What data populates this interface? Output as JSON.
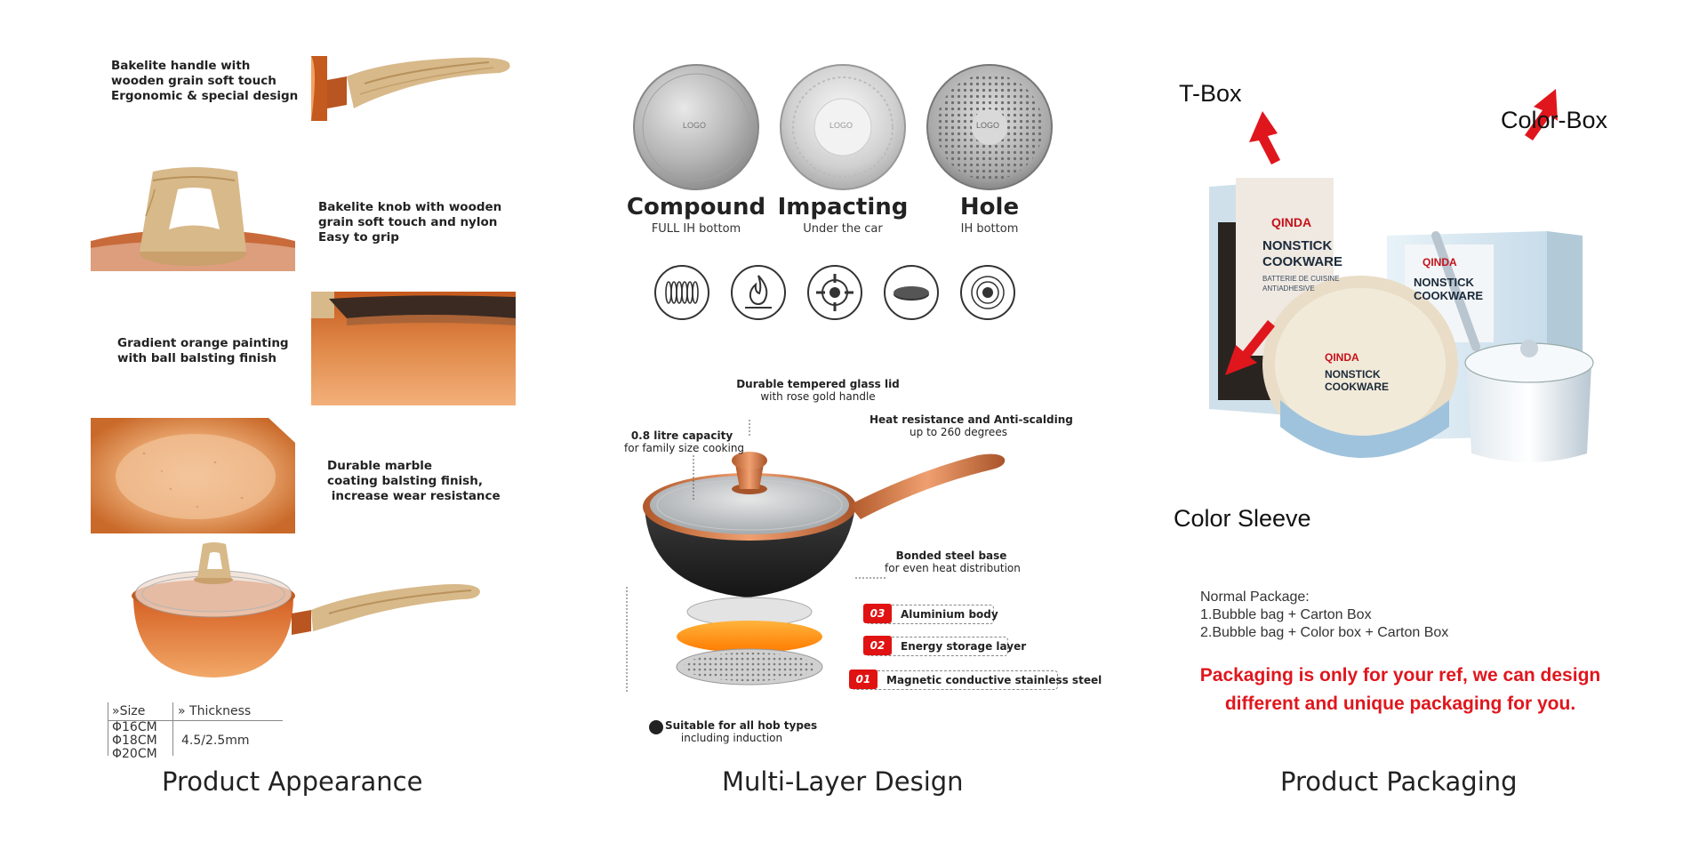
{
  "appearance": {
    "caption": "Product Appearance",
    "features": [
      {
        "lines": [
          "Bakelite handle with",
          "wooden grain soft touch",
          "Ergonomic & special design"
        ]
      },
      {
        "lines": [
          "Bakelite knob with wooden",
          "grain soft touch and nylon",
          "Easy to grip"
        ]
      },
      {
        "lines": [
          "Gradient orange painting",
          "with ball balsting finish"
        ]
      },
      {
        "lines": [
          "Durable marble",
          "coating balsting finish,",
          " increase wear resistance"
        ]
      }
    ],
    "size_table": {
      "size_header": "»Size",
      "thickness_header": "» Thickness",
      "sizes": [
        "Φ16CM",
        "Φ18CM",
        "Φ20CM"
      ],
      "thickness": "4.5/2.5mm"
    }
  },
  "multilayer": {
    "caption": "Multi-Layer Design",
    "bottoms": [
      {
        "name": "Compound",
        "sub": "FULL IH bottom",
        "logo": "LOGO"
      },
      {
        "name": "Impacting",
        "sub": "Under the car",
        "logo": "LOGO"
      },
      {
        "name": "Hole",
        "sub": "IH bottom",
        "logo": "LOGO"
      }
    ],
    "hob_icons": [
      "induction-coil-icon",
      "gas-flame-icon",
      "gas-burner-icon",
      "electric-plate-icon",
      "ceramic-hob-icon"
    ],
    "annotations": {
      "lid_title": "Durable tempered glass lid",
      "lid_sub": "with rose gold handle",
      "capacity_title": "0.8 litre capacity",
      "capacity_sub": "for family size cooking",
      "heat_title": "Heat resistance and Anti-scalding",
      "heat_sub": "up to 260 degrees",
      "base_title": "Bonded steel base",
      "base_sub": "for even heat distribution",
      "hob_title": "Suitable for all hob types",
      "hob_sub": "including induction"
    },
    "layers": [
      {
        "num": "03",
        "label": "Aluminium body"
      },
      {
        "num": "02",
        "label": "Energy storage layer"
      },
      {
        "num": "01",
        "label": "Magnetic conductive stainless steel"
      }
    ]
  },
  "packaging": {
    "caption": "Product Packaging",
    "labels": {
      "tbox": "T-Box",
      "colorbox": "Color-Box",
      "sleeve": "Color Sleeve"
    },
    "box_brand": "QINDA",
    "box_title": [
      "NONSTICK",
      "COOKWARE"
    ],
    "box_small": [
      "BATTERIE DE CUISINE",
      "ANTIADHESIVE"
    ],
    "sleeve_title": [
      "NONSTICK",
      "COOKWARE"
    ],
    "note_title": "Normal Package:",
    "note_lines": [
      "1.Bubble bag + Carton Box",
      "2.Bubble bag + Color box + Carton Box"
    ],
    "red_lines": [
      "Packaging is only for your ref, we can design",
      "different and unique packaging for you."
    ]
  },
  "colors": {
    "accent_red": "#e0161d",
    "copper": "#c9692a",
    "wood": "#d8b98a"
  }
}
